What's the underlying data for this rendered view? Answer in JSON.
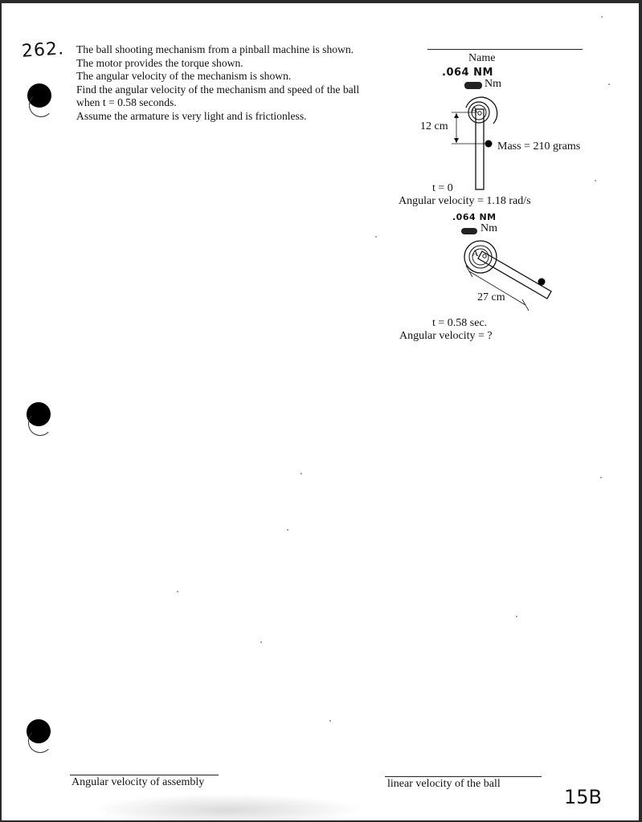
{
  "worksheet": {
    "problem_number": "262.",
    "problem_lines": [
      "The ball shooting mechanism from a pinball machine is shown.",
      "The motor provides the torque shown.",
      "The angular velocity of the mechanism is shown.",
      "Find the angular velocity of the mechanism and speed of the ball",
      "when t = 0.58 seconds.",
      "Assume the armature is very light and is frictionless."
    ],
    "name_label": "Name",
    "torque_handwritten_1": ".064 NM",
    "torque_unit_1": "Nm",
    "torque_handwritten_2": ".064 NM",
    "torque_unit_2": "Nm",
    "diagram1": {
      "pivot_label": "A",
      "distance_label": "12 cm",
      "mass_label": "Mass = 210 grams",
      "time_label": "t = 0",
      "velocity_label": "Angular velocity = 1.18 rad/s"
    },
    "diagram2": {
      "pivot_label": "A",
      "distance_label": "27 cm",
      "time_label": "t = 0.58 sec.",
      "velocity_label": "Angular velocity = ?"
    },
    "answer1_label": "Angular velocity of assembly",
    "answer2_label": "linear velocity of the ball",
    "page_code": "15B"
  }
}
